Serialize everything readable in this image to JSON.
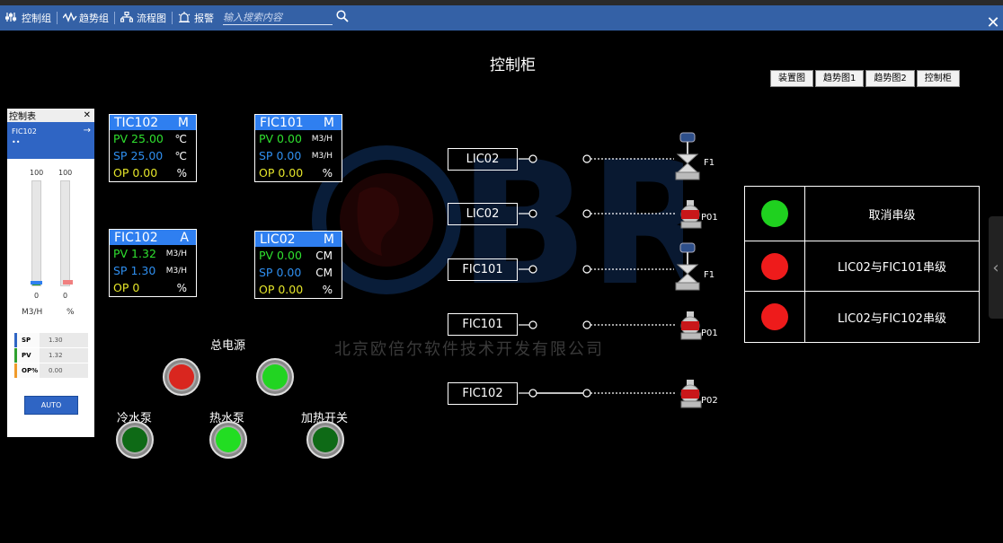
{
  "toolbar": {
    "items": [
      {
        "label": "控制组",
        "icon": "sliders-icon"
      },
      {
        "label": "趋势组",
        "icon": "trend-icon"
      },
      {
        "label": "流程图",
        "icon": "flowchart-icon"
      },
      {
        "label": "报警",
        "icon": "alarm-icon"
      }
    ],
    "search_placeholder": "输入搜索内容",
    "close": "✕",
    "color": "#3461a6"
  },
  "page_title": "控制柜",
  "nav_buttons": [
    "装置图",
    "趋势图1",
    "趋势图2",
    "控制柜"
  ],
  "watermark": {
    "company": "北京欧倍尔软件技术开发有限公司"
  },
  "control_table": {
    "title": "控制表",
    "close": "✕",
    "tag": "FIC102",
    "arrow": "→",
    "dots": "••",
    "left_max": "100",
    "right_max": "100",
    "left_min": "0",
    "right_min": "0",
    "left_unit": "M3/H",
    "right_unit": "%",
    "rows": [
      {
        "label": "SP",
        "value": "1.30",
        "color": "#2f65c4"
      },
      {
        "label": "PV",
        "value": "1.32",
        "color": "#2fa02f"
      },
      {
        "label": "OP%",
        "value": "0.00",
        "color": "#f09a2a"
      }
    ],
    "button": "AUTO",
    "left_fill": 0.013,
    "right_fill": 0.0
  },
  "faceplates": {
    "tic102": {
      "tag": "TIC102",
      "mode": "M",
      "pv": "PV 25.00",
      "pv_unit": "℃",
      "sp": "SP 25.00",
      "sp_unit": "℃",
      "op": "OP 0.00",
      "op_unit": "%"
    },
    "fic101": {
      "tag": "FIC101",
      "mode": "M",
      "pv": "PV 0.00",
      "pv_unit": "M3/H",
      "sp": "SP 0.00",
      "sp_unit": "M3/H",
      "op": "OP 0.00",
      "op_unit": "%"
    },
    "fic102": {
      "tag": "FIC102",
      "mode": "A",
      "pv": "PV 1.32",
      "pv_unit": "M3/H",
      "sp": "SP 1.30",
      "sp_unit": "M3/H",
      "op": "OP 0",
      "op_unit": "%"
    },
    "lic02": {
      "tag": "LIC02",
      "mode": "M",
      "pv": "PV 0.00",
      "pv_unit": "CM",
      "sp": "SP 0.00",
      "sp_unit": "CM",
      "op": "OP 0.00",
      "op_unit": "%"
    }
  },
  "switches": {
    "main_power_label": "总电源",
    "cold_pump_label": "冷水泵",
    "hot_pump_label": "热水泵",
    "heater_label": "加热开关",
    "colors": {
      "power_off": "#d9261f",
      "power_on": "#22d422",
      "cold_pump": "#0e6a16",
      "hot_pump": "#22dd22",
      "heater": "#0e6a16"
    }
  },
  "flow": {
    "tags": [
      "LIC02",
      "LIC02",
      "FIC101",
      "FIC101",
      "FIC102"
    ],
    "devices": [
      "F1",
      "P01",
      "F1",
      "P01",
      "P02"
    ]
  },
  "cascade": [
    {
      "label": "取消串级",
      "color": "#1fd11f"
    },
    {
      "label": "LIC02与FIC101串级",
      "color": "#ee1b1b"
    },
    {
      "label": "LIC02与FIC102串级",
      "color": "#ee1b1b"
    }
  ],
  "side_handle": "‹"
}
